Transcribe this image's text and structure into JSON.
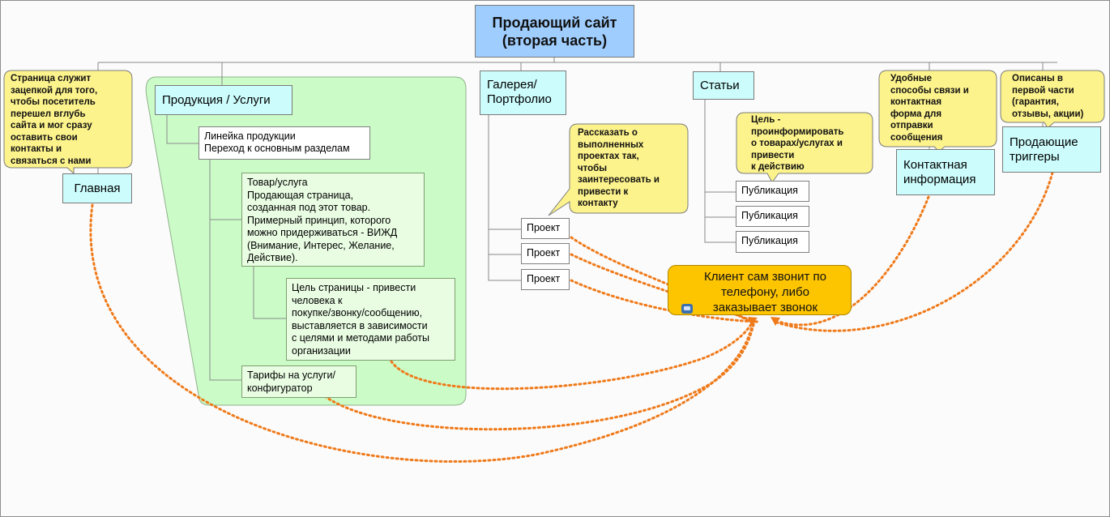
{
  "root": {
    "title": "Продающий сайт\n(вторая часть)"
  },
  "branches": {
    "main": "Главная",
    "products": "Продукция / Услуги",
    "gallery": "Галерея/\nПортфолио",
    "articles": "Статьи",
    "contacts": "Контактная\nинформация",
    "triggers": "Продающие\nтриггеры"
  },
  "products_children": {
    "lineup": "Линейка продукции\nПереход к основным разделам",
    "item": "Товар/услуга\nПродающая страница,\nсозданная под этот товар.\nПримерный принцип, которого\nможно придерживаться - ВИЖД\n(Внимание, Интерес, Желание,\nДействие).",
    "goal": "Цель страницы - привести\nчеловека к\nпокупке/звонку/сообщению,\nвыставляется в зависимости\nс целями и методами работы\nорганизации",
    "tariffs": "Тарифы на услуги/\nконфигуратор"
  },
  "projects": [
    "Проект",
    "Проект",
    "Проект"
  ],
  "publications": [
    "Публикация",
    "Публикация",
    "Публикация"
  ],
  "target": {
    "text": "Клиент сам звонит по\nтелефону, либо\nзаказывает звонок",
    "icon": "phone-icon"
  },
  "callouts": {
    "main": "Страница служит\nзацепкой для того,\nчтобы посетитель\nперешел вглубь\nсайта и мог сразу\nоставить свои\nконтакты и\nсвязаться с нами",
    "gallery": "Рассказать о\nвыполненных\nпроектах так,\nчтобы\nзаинтересовать и\nпривести к\nконтакту",
    "articles": "Цель -\nпроинформировать\nо товарах/услугах и\nпривести\nк действию",
    "contacts": "Удобные\nспособы связи и\nконтактная\nформа для\nотправки\nсообщения",
    "triggers": "Описаны в\nпервой части\n(гарантия,\nотзывы, акции)"
  },
  "colors": {
    "root": "#9fcdfd",
    "branch": "#ccfcfc",
    "group": "#cbfcc8",
    "callout": "#fdf38c",
    "target": "#fdc400",
    "relationship": "#ef7a1a"
  }
}
